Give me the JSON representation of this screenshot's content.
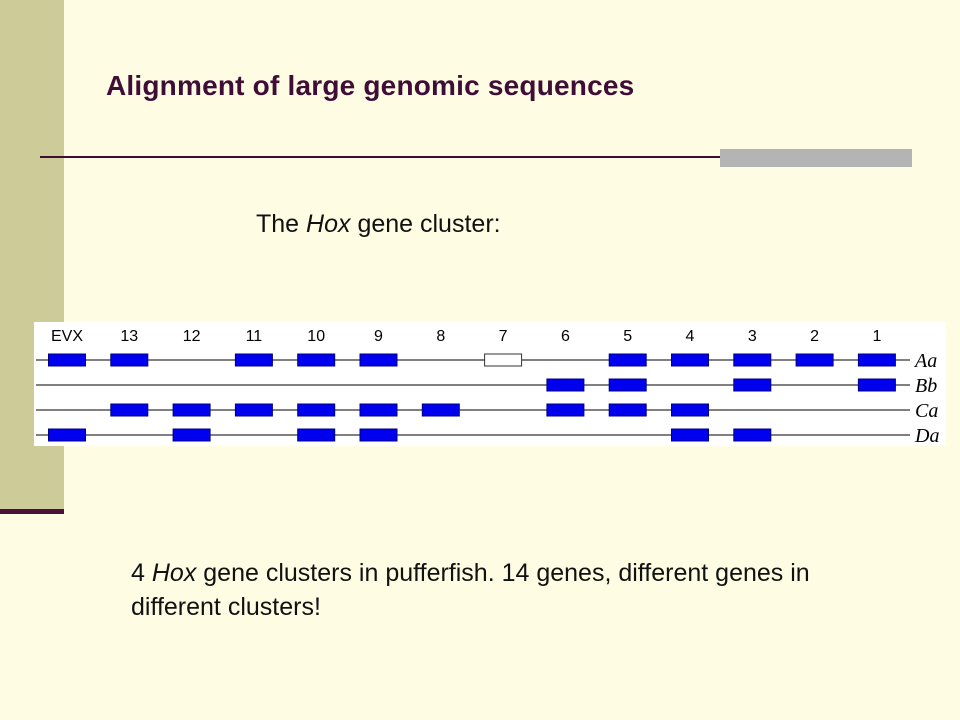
{
  "slide": {
    "title": "Alignment of large genomic sequences",
    "subtitle_pre": "The ",
    "subtitle_em": "Hox",
    "subtitle_post": " gene cluster:",
    "caption_pre": "4 ",
    "caption_em": "Hox",
    "caption_post": " gene clusters in pufferfish. 14 genes, different genes in different clusters!"
  },
  "colors": {
    "background": "#fefde3",
    "sidebar": "#cdcc99",
    "title": "#3f0d36",
    "gene_fill": "#0000ee",
    "gene_stroke": "#000080"
  },
  "diagram": {
    "gene_labels": [
      "EVX",
      "13",
      "12",
      "11",
      "10",
      "9",
      "8",
      "7",
      "6",
      "5",
      "4",
      "3",
      "2",
      "1"
    ],
    "clusters": [
      {
        "name": "Aa",
        "genes": [
          "EVX",
          "13",
          "11",
          "10",
          "9",
          "7",
          "5",
          "4",
          "3",
          "2",
          "1"
        ],
        "hollow": [
          "7"
        ]
      },
      {
        "name": "Bb",
        "genes": [
          "6",
          "5",
          "3",
          "1"
        ],
        "hollow": []
      },
      {
        "name": "Ca",
        "genes": [
          "13",
          "12",
          "11",
          "10",
          "9",
          "8",
          "6",
          "5",
          "4"
        ],
        "hollow": []
      },
      {
        "name": "Da",
        "genes": [
          "EVX",
          "12",
          "10",
          "9",
          "4",
          "3"
        ],
        "hollow": []
      }
    ]
  }
}
